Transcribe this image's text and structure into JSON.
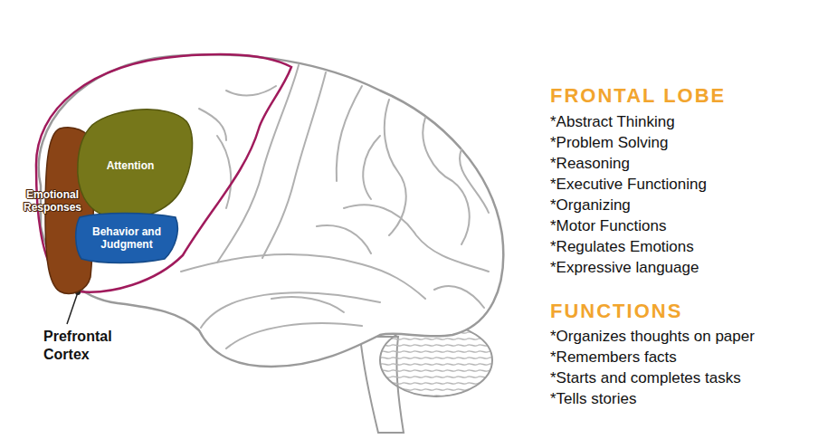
{
  "diagram": {
    "nodes": [
      {
        "text": [
          "Emotional Responses"
        ]
      },
      {
        "text": [
          "Attention"
        ]
      },
      {
        "text": [
          "Behavior and Judgment"
        ]
      }
    ],
    "labels": [
      "Prefrontal Cortex",
      "FRONTAL LOBE",
      "*Abstract Thinking",
      "*Problem Solving",
      "*Reasoning",
      "*Executive Functioning",
      "*Organizing",
      "*Motor Functions",
      "*Regulates Emotions",
      "*Expressive language",
      "FUNCTIONS",
      "*Organizes thoughts on paper",
      "*Remembers facts",
      "*Starts and completes tasks",
      "*Tells stories"
    ]
  }
}
